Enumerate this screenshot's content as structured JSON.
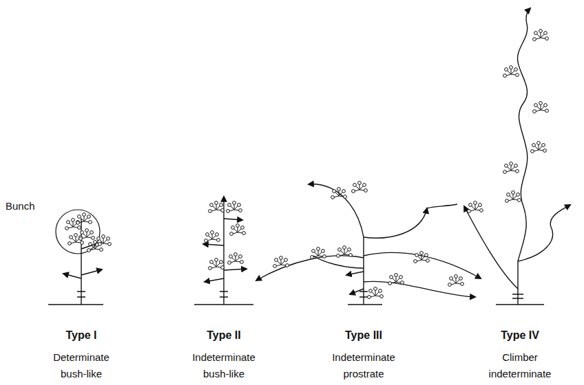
{
  "diagram": {
    "labels": [
      "Bunch",
      "Type I",
      "Determinate bush-like",
      "Type II",
      "Indeterminate bush-like",
      "Type III",
      "Indeterminate prostrate",
      "Type IV",
      "Climber indeterminate"
    ]
  }
}
